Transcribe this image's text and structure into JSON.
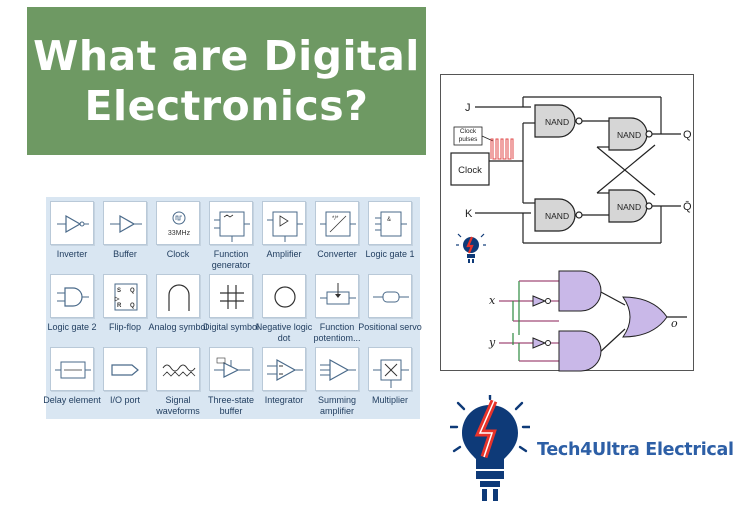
{
  "title": {
    "line1": "What are Digital",
    "line2": "Electronics?"
  },
  "palette": {
    "items": [
      {
        "label": "Inverter"
      },
      {
        "label": "Buffer"
      },
      {
        "label": "Clock",
        "icon_text": "33MHz"
      },
      {
        "label": "Function generator"
      },
      {
        "label": "Amplifier"
      },
      {
        "label": "Converter"
      },
      {
        "label": "Logic gate 1"
      },
      {
        "label": "Logic gate 2"
      },
      {
        "label": "Flip-flop"
      },
      {
        "label": "Analog symbol"
      },
      {
        "label": "Digital symbol"
      },
      {
        "label": "Negative logic dot"
      },
      {
        "label": "Function potentiom..."
      },
      {
        "label": "Positional servo"
      },
      {
        "label": "Delay element"
      },
      {
        "label": "I/O port"
      },
      {
        "label": "Signal waveforms"
      },
      {
        "label": "Three-state buffer"
      },
      {
        "label": "Integrator"
      },
      {
        "label": "Summing amplifier"
      },
      {
        "label": "Multiplier"
      }
    ]
  },
  "circuit": {
    "input_j": "J",
    "input_k": "K",
    "clock_pulses": "Clock pulses",
    "clock": "Clock",
    "gate_label": "NAND",
    "output_q": "Q",
    "output_qbar": "Q̄",
    "input_x": "x",
    "input_y": "y",
    "output_o": "o"
  },
  "brand": {
    "name": "Tech4Ultra Electrical",
    "accent_color": "#e8332a",
    "primary_color": "#2d5fa6",
    "dark_color": "#0e3a78"
  }
}
